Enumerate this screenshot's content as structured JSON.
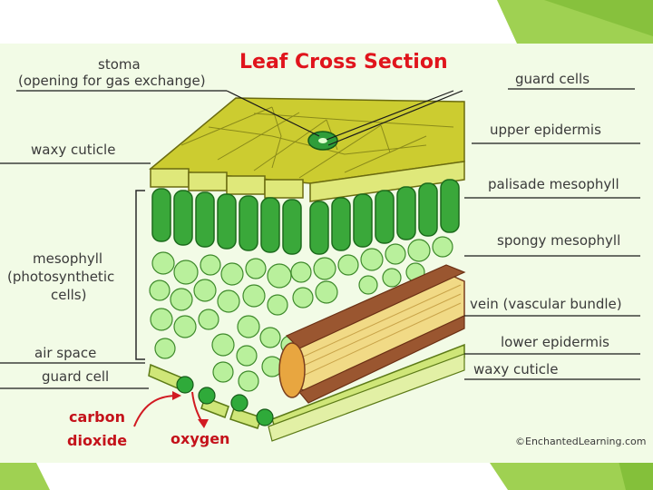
{
  "title": "Leaf Cross Section",
  "labels": {
    "stoma": "stoma",
    "stoma_desc": "(opening for gas exchange)",
    "guard_cells": "guard cells",
    "upper_epidermis": "upper epidermis",
    "waxy_cuticle_top": "waxy cuticle",
    "palisade_mesophyll": "palisade mesophyll",
    "spongy_mesophyll": "spongy mesophyll",
    "mesophyll_line1": "mesophyll",
    "mesophyll_line2": "(photosynthetic",
    "mesophyll_line3": "cells)",
    "vein": "vein (vascular bundle)",
    "lower_epidermis": "lower epidermis",
    "air_space": "air space",
    "guard_cell": "guard cell",
    "waxy_cuticle_bottom": "waxy cuticle"
  },
  "gas": {
    "co2_line1": "carbon",
    "co2_line2": "dioxide",
    "oxygen": "oxygen"
  },
  "credit": "©EnchantedLearning.com",
  "colors": {
    "title": "#e0141c",
    "label_text": "#3a3a3a",
    "panel_bg": "#f2fbe6",
    "epidermis": "#c9c92e",
    "palisade": "#3aa53a",
    "spongy": "#b7f09a",
    "vein_outer": "#8b4a2b",
    "vein_inner": "#f0d882",
    "slide_green": "#8ec63f"
  }
}
